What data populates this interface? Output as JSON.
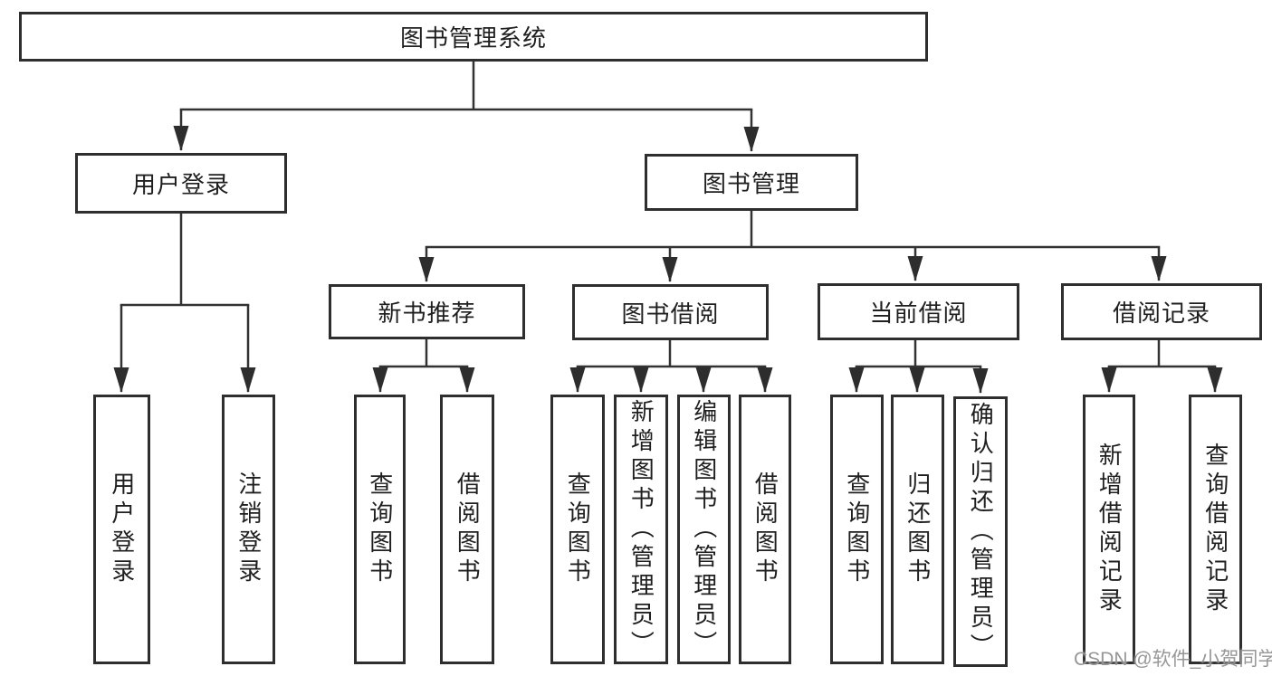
{
  "title": "图书管理系统",
  "level2": {
    "user_login": {
      "label": "用户登录"
    },
    "book_mgmt": {
      "label": "图书管理"
    }
  },
  "level3": {
    "new_book_rec": {
      "label": "新书推荐"
    },
    "book_borrow": {
      "label": "图书借阅"
    },
    "current_borrow": {
      "label": "当前借阅"
    },
    "borrow_records": {
      "label": "借阅记录"
    }
  },
  "leaves": {
    "user_login": {
      "login": "用户登录",
      "logout": "注销登录"
    },
    "new_book_rec": {
      "query": "查询图书",
      "borrow": "借阅图书"
    },
    "book_borrow": {
      "query": "查询图书",
      "add": "新增图书（管理员）",
      "edit": "编辑图书（管理员）",
      "borrow": "借阅图书"
    },
    "current_borrow": {
      "query": "查询图书",
      "return": "归还图书",
      "confirm": "确认归还（管理员）"
    },
    "borrow_records": {
      "add": "新增借阅记录",
      "query": "查询借阅记录"
    }
  },
  "watermark": "CSDN @软件_小贺同学",
  "colors": {
    "line": "#333333",
    "box_border": "#2e2e2e",
    "text": "#1f1f1f",
    "watermark": "#919191",
    "background": "#ffffff"
  }
}
